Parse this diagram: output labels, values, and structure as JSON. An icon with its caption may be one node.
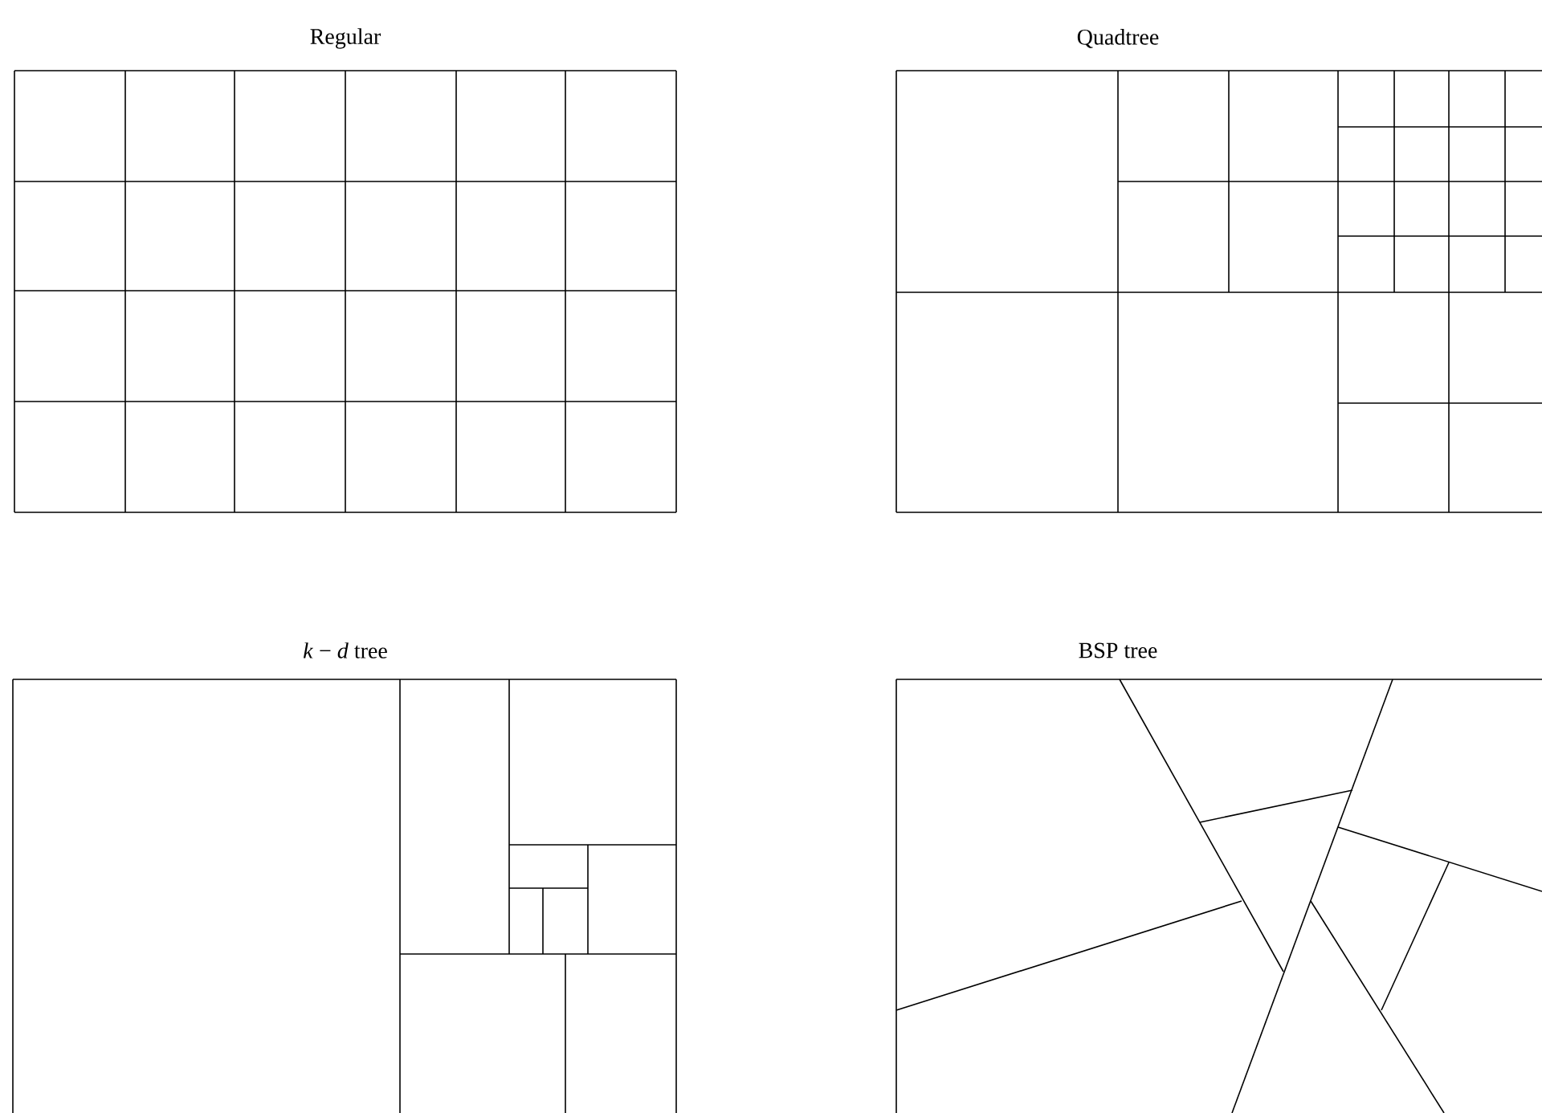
{
  "diagram": {
    "nodes": [
      {
        "text": [
          "Regular"
        ]
      },
      {
        "text": [
          "Quadtree"
        ]
      },
      {
        "text": [
          "*k* − *d* tree"
        ]
      },
      {
        "text": [
          "BSP tree"
        ]
      }
    ]
  }
}
